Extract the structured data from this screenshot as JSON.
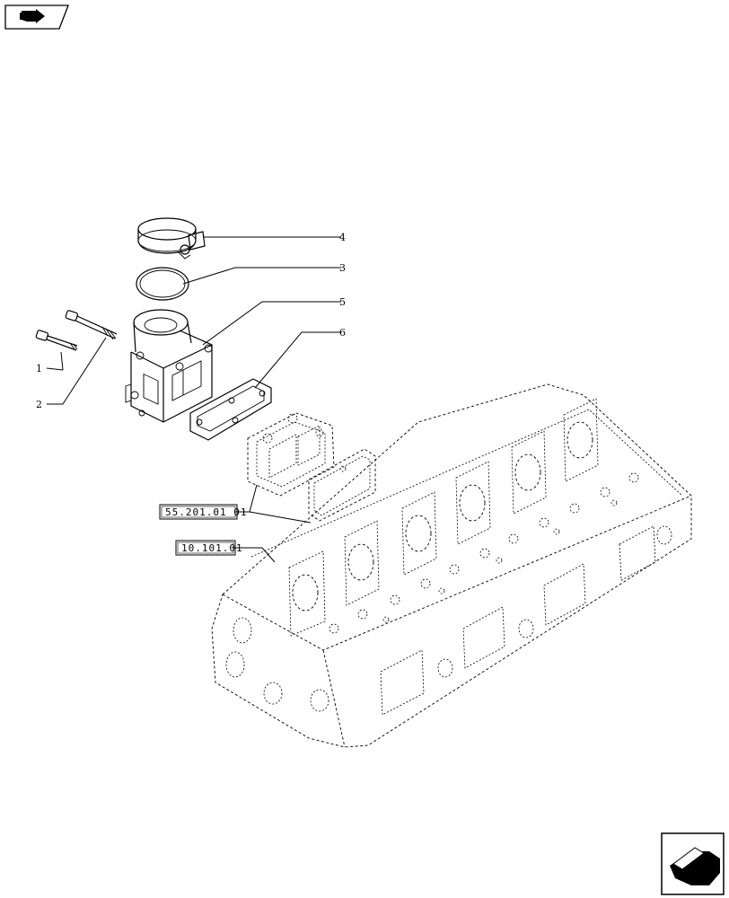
{
  "callouts": [
    {
      "id": "1",
      "label": "1"
    },
    {
      "id": "2",
      "label": "2"
    },
    {
      "id": "3",
      "label": "3"
    },
    {
      "id": "4",
      "label": "4"
    },
    {
      "id": "5",
      "label": "5"
    },
    {
      "id": "6",
      "label": "6"
    }
  ],
  "references": {
    "gasket_group": "55.201.01 01",
    "cylinder_head": "10.101.01"
  },
  "icons": {
    "top_left": "previous-page-icon",
    "bottom_right": "next-page-icon"
  }
}
